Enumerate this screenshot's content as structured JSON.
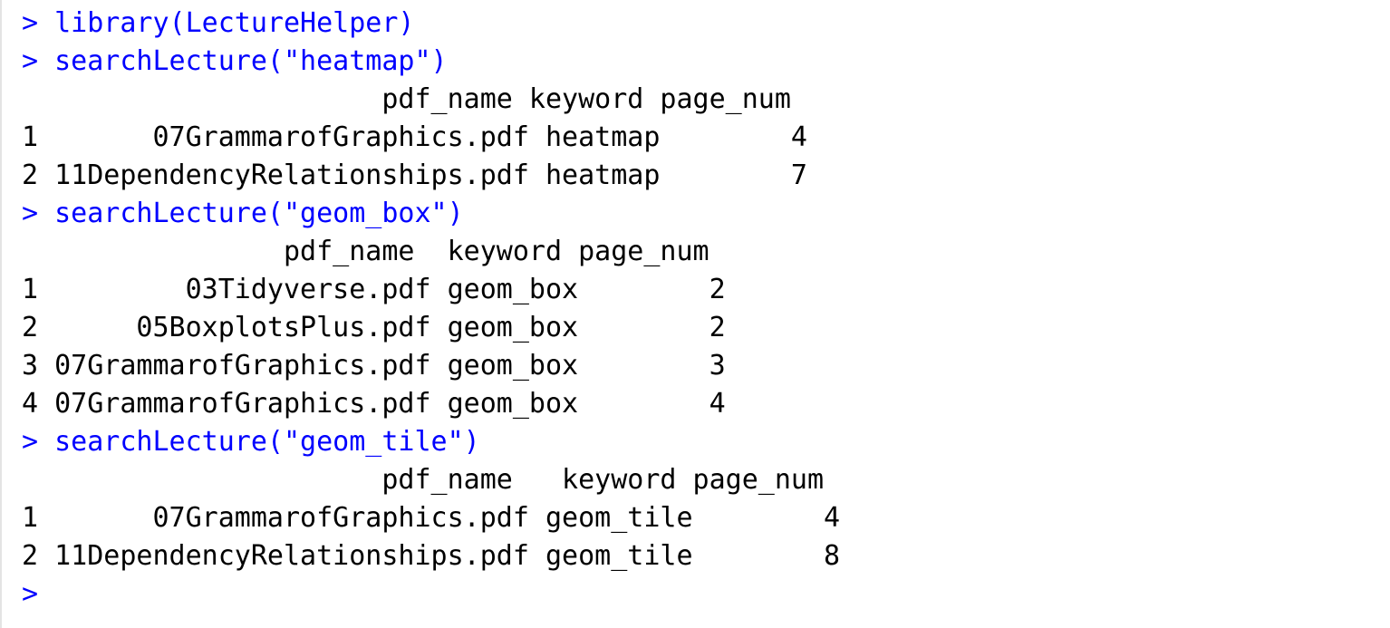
{
  "console": {
    "cut_line": ">  ",
    "lines": [
      {
        "type": "cmd",
        "text": "> library(LectureHelper)"
      },
      {
        "type": "cmd",
        "text": "> searchLecture(\"heatmap\")"
      },
      {
        "type": "out",
        "text": "                      pdf_name keyword page_num"
      },
      {
        "type": "out",
        "text": "1       07GrammarofGraphics.pdf heatmap        4"
      },
      {
        "type": "out",
        "text": "2 11DependencyRelationships.pdf heatmap        7"
      },
      {
        "type": "cmd",
        "text": "> searchLecture(\"geom_box\")"
      },
      {
        "type": "out",
        "text": "                pdf_name  keyword page_num"
      },
      {
        "type": "out",
        "text": "1         03Tidyverse.pdf geom_box        2"
      },
      {
        "type": "out",
        "text": "2      05BoxplotsPlus.pdf geom_box        2"
      },
      {
        "type": "out",
        "text": "3 07GrammarofGraphics.pdf geom_box        3"
      },
      {
        "type": "out",
        "text": "4 07GrammarofGraphics.pdf geom_box        4"
      },
      {
        "type": "cmd",
        "text": "> searchLecture(\"geom_tile\")"
      },
      {
        "type": "out",
        "text": "                      pdf_name   keyword page_num"
      },
      {
        "type": "out",
        "text": "1       07GrammarofGraphics.pdf geom_tile        4"
      },
      {
        "type": "out",
        "text": "2 11DependencyRelationships.pdf geom_tile        8"
      },
      {
        "type": "cmd",
        "text": ">"
      }
    ]
  }
}
